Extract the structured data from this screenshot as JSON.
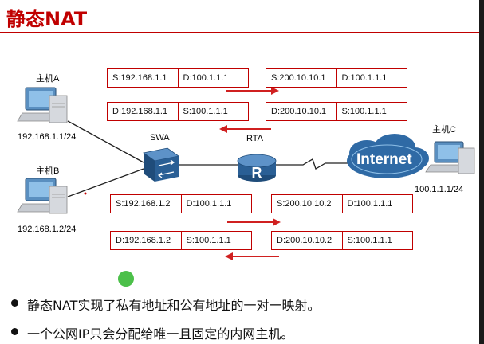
{
  "title": "静态NAT",
  "hosts": {
    "a": {
      "name": "主机A",
      "ip": "192.168.1.1/24"
    },
    "b": {
      "name": "主机B",
      "ip": "192.168.1.2/24"
    },
    "c": {
      "name": "主机C",
      "ip": "100.1.1.1/24"
    }
  },
  "devices": {
    "switch": {
      "name": "SWA",
      "icon": "switch-icon"
    },
    "router": {
      "name": "RTA",
      "icon": "router-icon"
    },
    "cloud": {
      "name": "Internet",
      "icon": "cloud-icon"
    }
  },
  "flows": {
    "a_out_inside": {
      "s": "S:192.168.1.1",
      "d": "D:100.1.1.1"
    },
    "a_out_outside": {
      "s": "S:200.10.10.1",
      "d": "D:100.1.1.1"
    },
    "a_in_inside": {
      "s": "D:192.168.1.1",
      "d": "S:100.1.1.1"
    },
    "a_in_outside": {
      "s": "D:200.10.10.1",
      "d": "S:100.1.1.1"
    },
    "b_out_inside": {
      "s": "S:192.168.1.2",
      "d": "D:100.1.1.1"
    },
    "b_out_outside": {
      "s": "S:200.10.10.2",
      "d": "D:100.1.1.1"
    },
    "b_in_inside": {
      "s": "D:192.168.1.2",
      "d": "S:100.1.1.1"
    },
    "b_in_outside": {
      "s": "D:200.10.10.2",
      "d": "S:100.1.1.1"
    }
  },
  "bullets": [
    "静态NAT实现了私有地址和公有地址的一对一映射。",
    "一个公网IP只会分配给唯一且固定的内网主机。"
  ],
  "colors": {
    "accent": "#c00000",
    "arrow": "#d02020",
    "link": "#202020",
    "switch": "#2a5f95",
    "router": "#2a5f95",
    "cloud": "#2f6aa5",
    "dot": "#4cc04a"
  }
}
